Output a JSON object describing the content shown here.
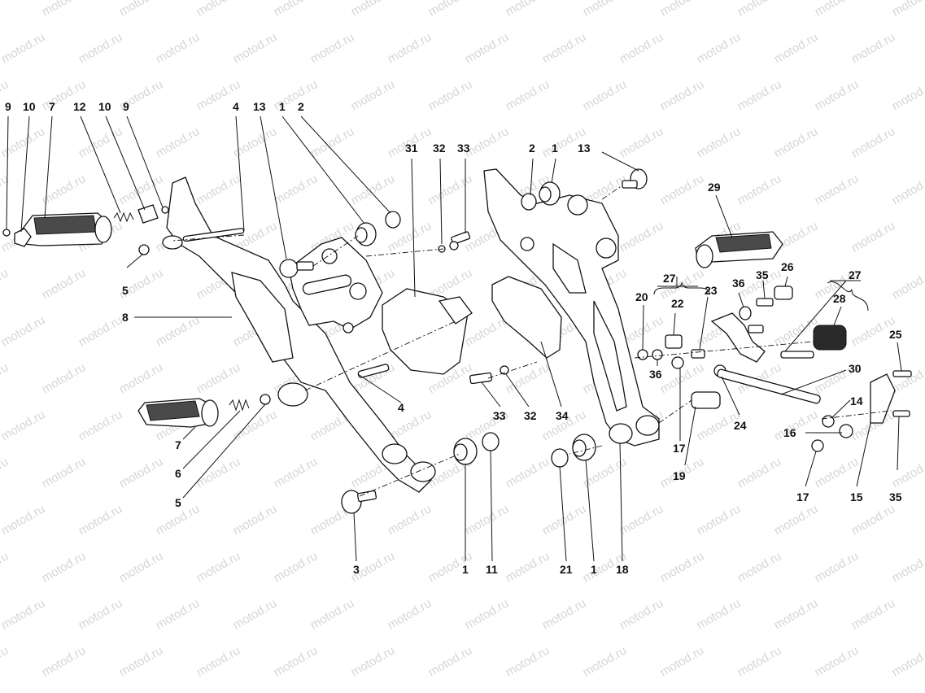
{
  "watermark": {
    "text": "motod.ru",
    "color": "#d6d6d6"
  },
  "callouts": [
    {
      "id": "c-9a",
      "text": "9"
    },
    {
      "id": "c-10a",
      "text": "10"
    },
    {
      "id": "c-7a",
      "text": "7"
    },
    {
      "id": "c-12",
      "text": "12"
    },
    {
      "id": "c-10b",
      "text": "10"
    },
    {
      "id": "c-9b",
      "text": "9"
    },
    {
      "id": "c-4a",
      "text": "4"
    },
    {
      "id": "c-13a",
      "text": "13"
    },
    {
      "id": "c-1a",
      "text": "1"
    },
    {
      "id": "c-2a",
      "text": "2"
    },
    {
      "id": "c-31",
      "text": "31"
    },
    {
      "id": "c-32a",
      "text": "32"
    },
    {
      "id": "c-33a",
      "text": "33"
    },
    {
      "id": "c-2b",
      "text": "2"
    },
    {
      "id": "c-1b",
      "text": "1"
    },
    {
      "id": "c-13b",
      "text": "13"
    },
    {
      "id": "c-29",
      "text": "29"
    },
    {
      "id": "c-5a",
      "text": "5"
    },
    {
      "id": "c-8",
      "text": "8"
    },
    {
      "id": "c-27a",
      "text": "27"
    },
    {
      "id": "c-20",
      "text": "20"
    },
    {
      "id": "c-22",
      "text": "22"
    },
    {
      "id": "c-23",
      "text": "23"
    },
    {
      "id": "c-36a",
      "text": "36"
    },
    {
      "id": "c-35a",
      "text": "35"
    },
    {
      "id": "c-26",
      "text": "26"
    },
    {
      "id": "c-27b",
      "text": "27"
    },
    {
      "id": "c-28",
      "text": "28"
    },
    {
      "id": "c-36b",
      "text": "36"
    },
    {
      "id": "c-25",
      "text": "25"
    },
    {
      "id": "c-30",
      "text": "30"
    },
    {
      "id": "c-4b",
      "text": "4"
    },
    {
      "id": "c-33b",
      "text": "33"
    },
    {
      "id": "c-32b",
      "text": "32"
    },
    {
      "id": "c-34",
      "text": "34"
    },
    {
      "id": "c-24",
      "text": "24"
    },
    {
      "id": "c-14",
      "text": "14"
    },
    {
      "id": "c-7b",
      "text": "7"
    },
    {
      "id": "c-6",
      "text": "6"
    },
    {
      "id": "c-5b",
      "text": "5"
    },
    {
      "id": "c-17a",
      "text": "17"
    },
    {
      "id": "c-19",
      "text": "19"
    },
    {
      "id": "c-16",
      "text": "16"
    },
    {
      "id": "c-17b",
      "text": "17"
    },
    {
      "id": "c-15",
      "text": "15"
    },
    {
      "id": "c-35b",
      "text": "35"
    },
    {
      "id": "c-3",
      "text": "3"
    },
    {
      "id": "c-1c",
      "text": "1"
    },
    {
      "id": "c-11",
      "text": "11"
    },
    {
      "id": "c-21",
      "text": "21"
    },
    {
      "id": "c-1d",
      "text": "1"
    },
    {
      "id": "c-18",
      "text": "18"
    }
  ]
}
